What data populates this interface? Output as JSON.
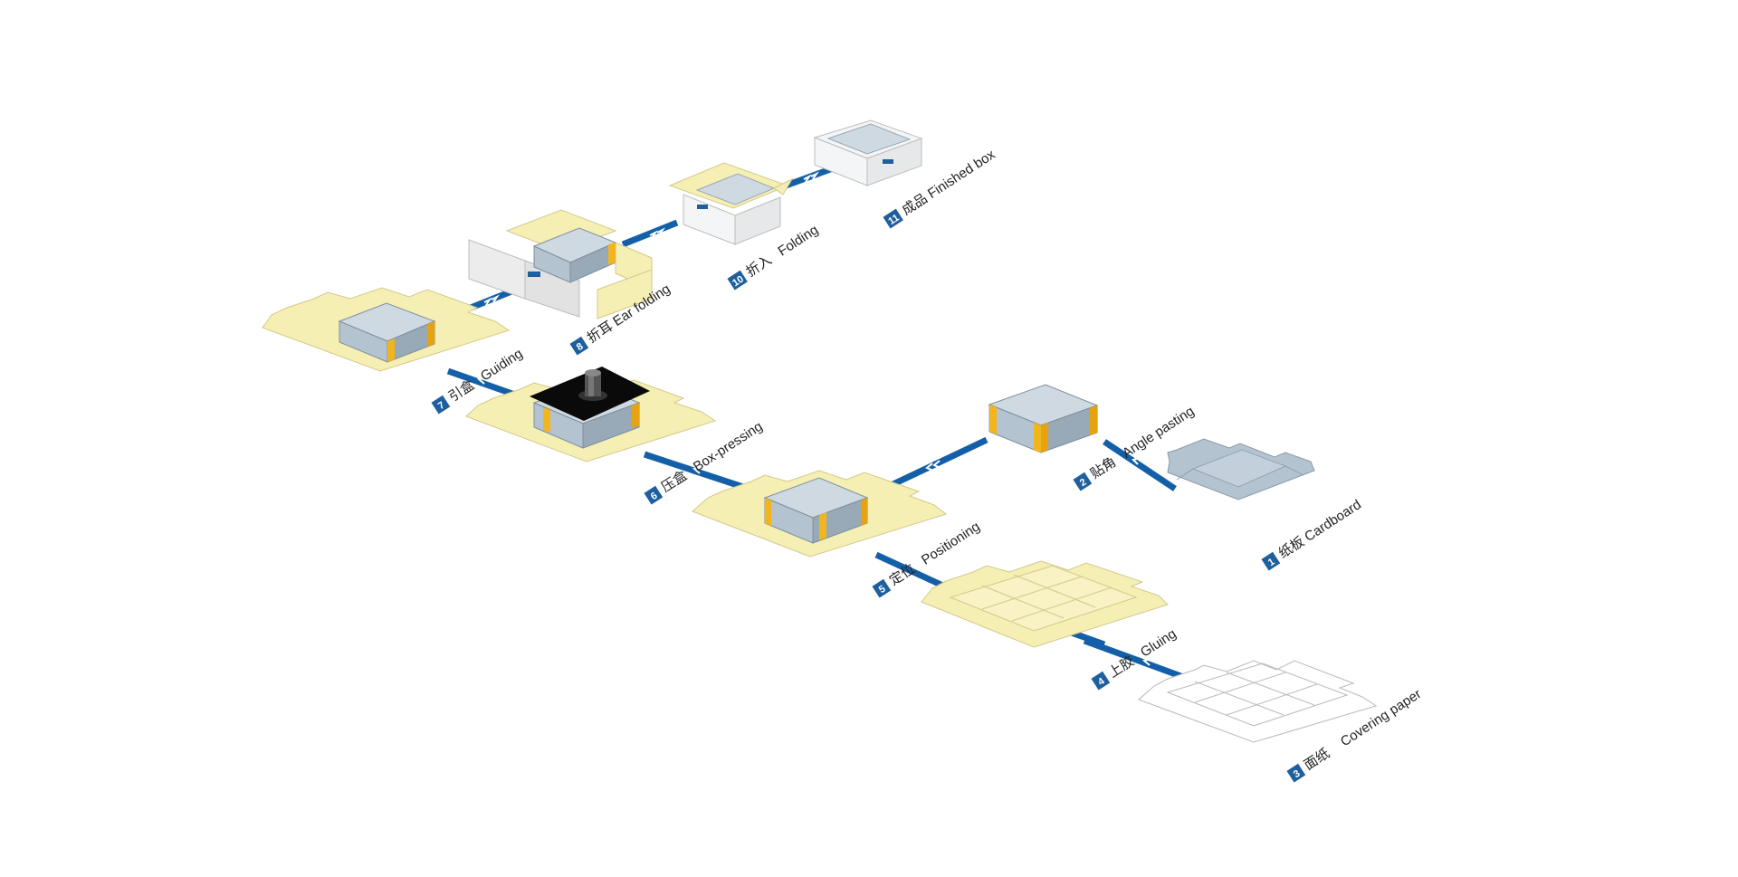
{
  "colors": {
    "flow_line": "#1460a8",
    "badge": "#1e5f9e",
    "paper_fill": "#f6efb4",
    "paper_stroke": "#d2c98a",
    "box_wall": "#b4c3d0",
    "box_wall_dark": "#98a9b7",
    "box_inner": "#cfd9e2",
    "corner_tape": "#f3b51c",
    "press_plate": "#0a0a0a",
    "white_box": "#f4f5f6"
  },
  "steps": [
    {
      "id": "1",
      "zh": "纸板",
      "en": "Cardboard"
    },
    {
      "id": "2",
      "zh": "贴角",
      "en": "Angle pasting"
    },
    {
      "id": "3",
      "zh": "面纸",
      "en": "Covering paper"
    },
    {
      "id": "4",
      "zh": "上胶",
      "en": "Gluing"
    },
    {
      "id": "5",
      "zh": "定位",
      "en": "Positioning"
    },
    {
      "id": "6",
      "zh": "压盒",
      "en": "Box-pressing"
    },
    {
      "id": "7",
      "zh": "引盒",
      "en": "Guiding"
    },
    {
      "id": "8",
      "zh": "折耳",
      "en": "Ear folding"
    },
    {
      "id": "10",
      "zh": "折入",
      "en": "Folding"
    },
    {
      "id": "11",
      "zh": "成品",
      "en": "Finished box"
    }
  ],
  "arrows": {
    "single": "<",
    "double": "<<",
    "forward_double": ">>"
  },
  "icons": {
    "flow": "chevron-arrow-icon",
    "press": "press-ram-icon",
    "logo": "brand-logo-icon"
  }
}
